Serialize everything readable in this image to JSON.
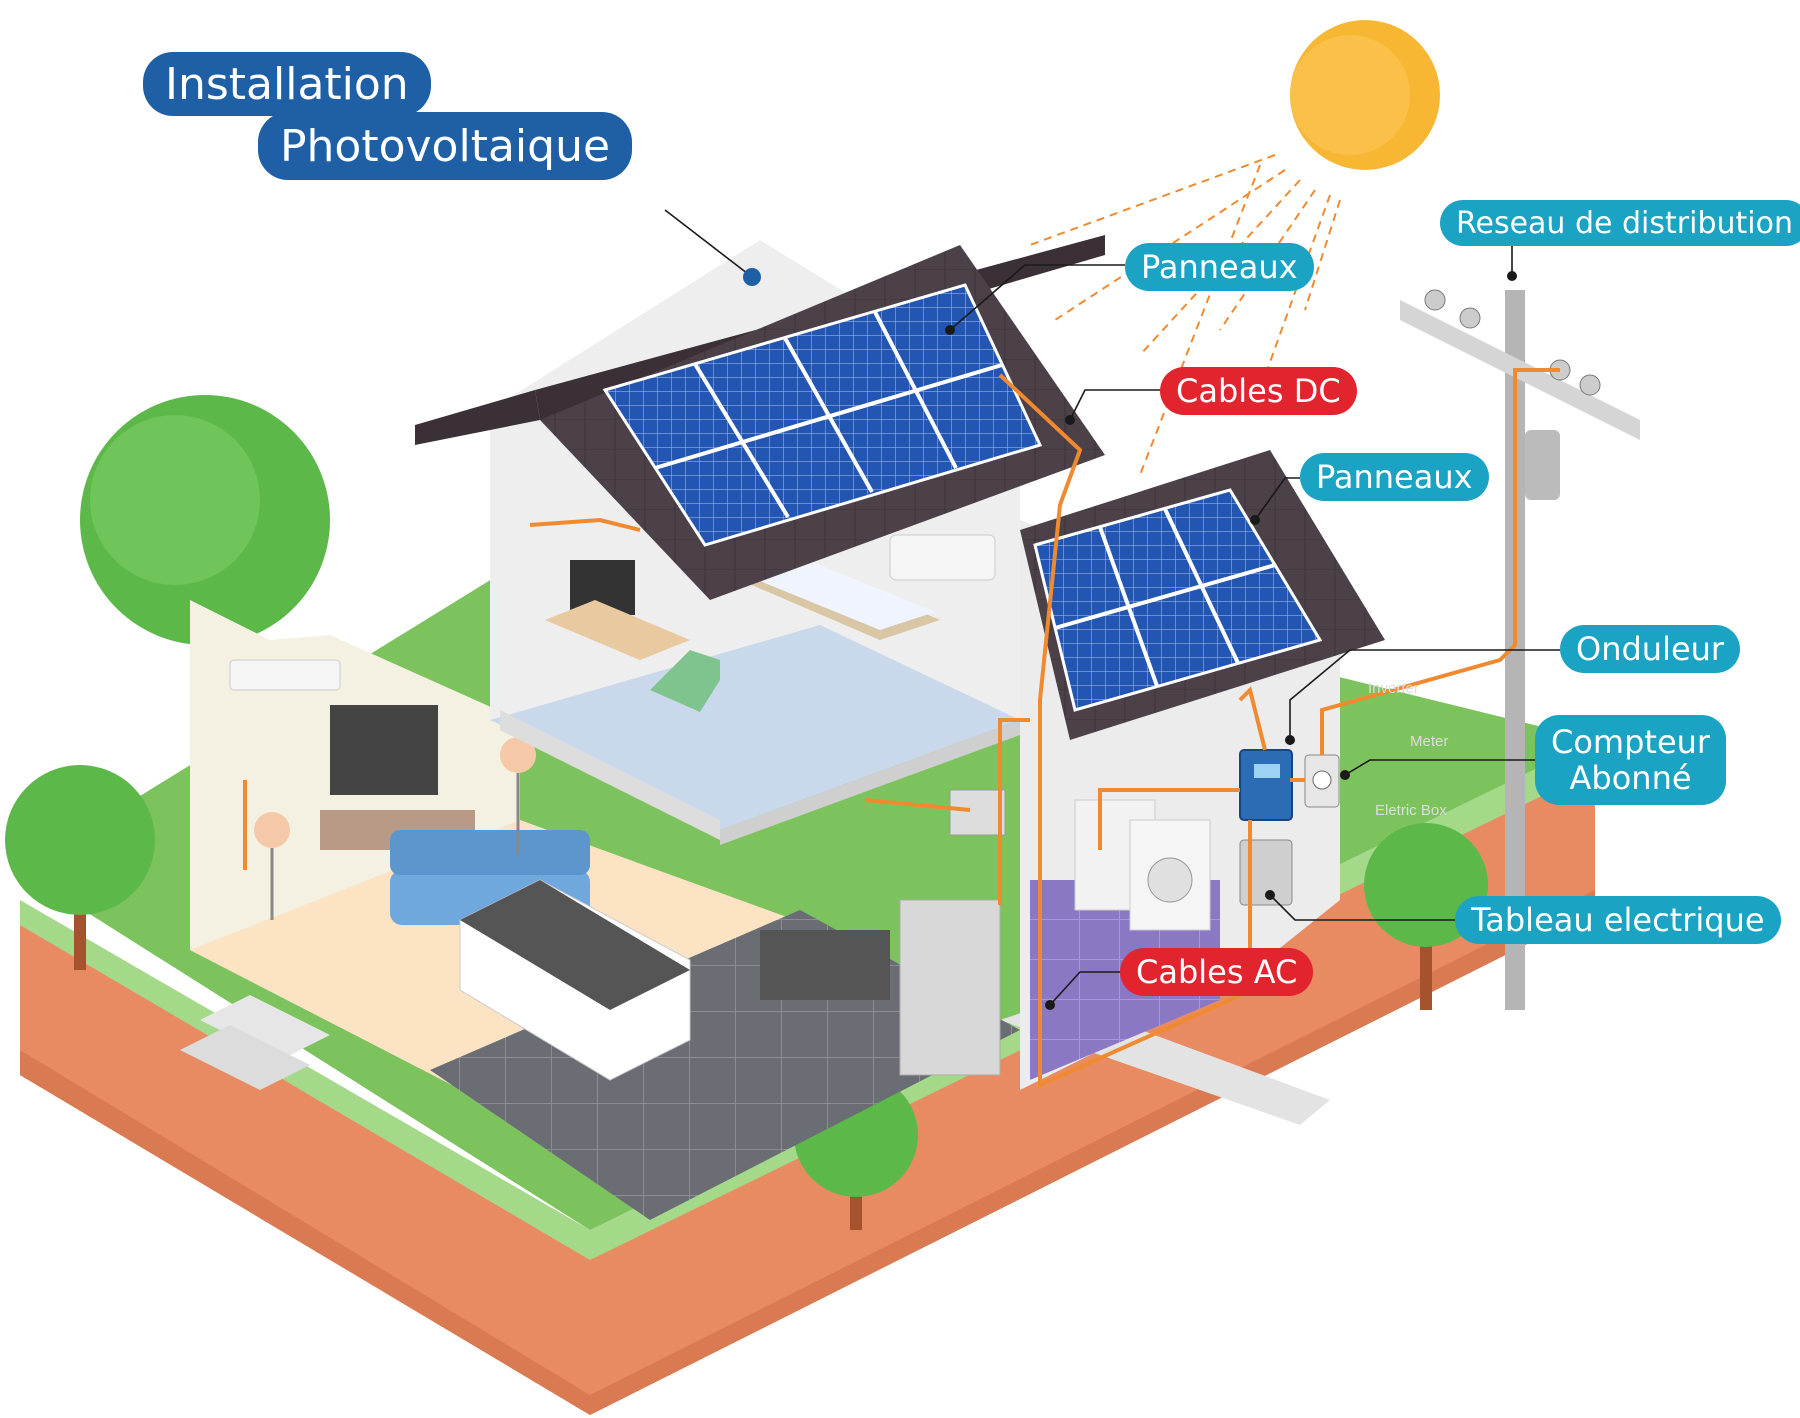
{
  "title": {
    "line1": "Installation",
    "line2": "Photovoltaique"
  },
  "labels": {
    "panneaux_top": "Panneaux",
    "cables_dc": "Cables DC",
    "panneaux_lower": "Panneaux",
    "reseau": "Reseau de distribution",
    "onduleur": "Onduleur",
    "compteur_line1": "Compteur",
    "compteur_line2": "Abonné",
    "tableau": "Tableau electrique",
    "cables_ac": "Cables AC"
  },
  "faint_labels": {
    "inverter": "Inverter",
    "meter": "Meter",
    "box": "Eletric Box"
  },
  "colors": {
    "navy_label": "#1e5fa6",
    "teal_label": "#1ba3c4",
    "red_label": "#e2242f",
    "cable": "#f08a30",
    "sun": "#f7b733",
    "panel": "#1f4fa8",
    "roof": "#4a3f47",
    "grass": "#7cc35e",
    "soil": "#e98b62"
  }
}
